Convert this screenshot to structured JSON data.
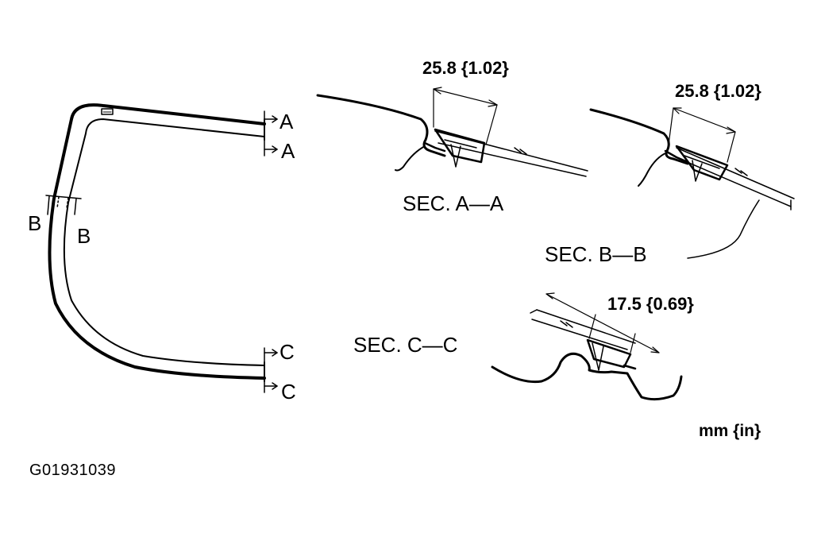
{
  "diagram": {
    "section_marks": {
      "a_upper": "A",
      "a_lower": "A",
      "b_left": "B",
      "b_right": "B",
      "c_upper": "C",
      "c_lower": "C"
    },
    "sections": {
      "a": {
        "title": "SEC. A—A",
        "dimension": "25.8 {1.02}"
      },
      "b": {
        "title": "SEC. B—B",
        "dimension": "25.8 {1.02}"
      },
      "c": {
        "title": "SEC. C—C",
        "dimension": "17.5 {0.69}"
      }
    },
    "units": "mm {in}",
    "figure_code": "G01931039"
  }
}
